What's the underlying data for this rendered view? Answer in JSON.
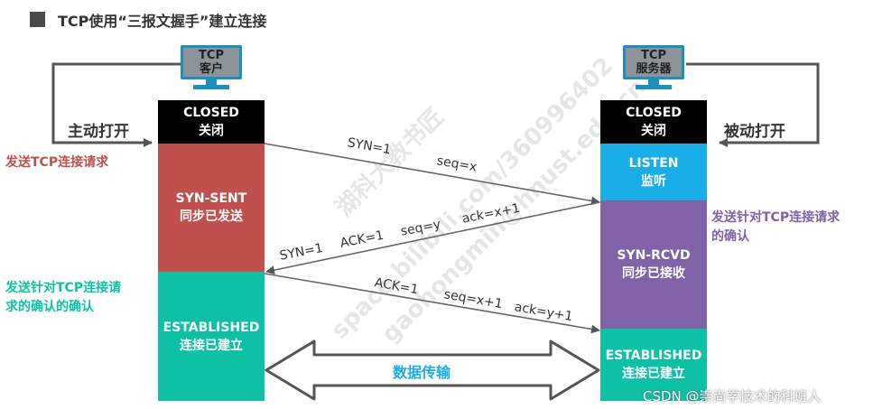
{
  "title": "TCP使用“三报文握手”建立连接",
  "client": {
    "monitor_line1": "TCP",
    "monitor_line2": "客户",
    "closed_en": "CLOSED",
    "closed_cn": "关闭",
    "sent_en": "SYN-SENT",
    "sent_cn": "同步已发送",
    "est_en": "ESTABLISHED",
    "est_cn": "连接已建立",
    "open_label": "主动打开"
  },
  "server": {
    "monitor_line1": "TCP",
    "monitor_line2": "服务器",
    "closed_en": "CLOSED",
    "closed_cn": "关闭",
    "listen_en": "LISTEN",
    "listen_cn": "监听",
    "rcvd_en": "SYN-RCVD",
    "rcvd_cn": "同步已接收",
    "est_en": "ESTABLISHED",
    "est_cn": "连接已建立",
    "open_label": "被动打开"
  },
  "notes": {
    "send_request": "发送TCP连接请求",
    "server_confirm_line1": "发送针对TCP连接请求",
    "server_confirm_line2": "的确认",
    "client_confirm_line1": "发送针对TCP连接请",
    "client_confirm_line2": "求的确认的确认"
  },
  "messages": {
    "m1_syn": "SYN=1",
    "m1_seq": "seq=x",
    "m2_syn": "SYN=1",
    "m2_ack_flag": "ACK=1",
    "m2_seq": "seq=y",
    "m2_ack": "ack=x+1",
    "m3_ack_flag": "ACK=1",
    "m3_seq": "seq=x+1",
    "m3_ack": "ack=y+1"
  },
  "data_transfer": "数据传输",
  "watermark": {
    "line1": "湖科大教书匠",
    "line2": "space.bilibili.com/360996402",
    "line3": "gaohongmin@hnust.edu.cn"
  },
  "footer": "CSDN @崇尚学技术的科班人",
  "colors": {
    "closed": "#000000",
    "syn_sent": "#c0504d",
    "established": "#0ec1a5",
    "listen": "#1aaee8",
    "syn_rcvd": "#7f63a6",
    "note_red": "#c0504d",
    "note_purple": "#7f63a6",
    "note_green": "#0ec1a5",
    "arrow_blue": "#1aaee8"
  }
}
